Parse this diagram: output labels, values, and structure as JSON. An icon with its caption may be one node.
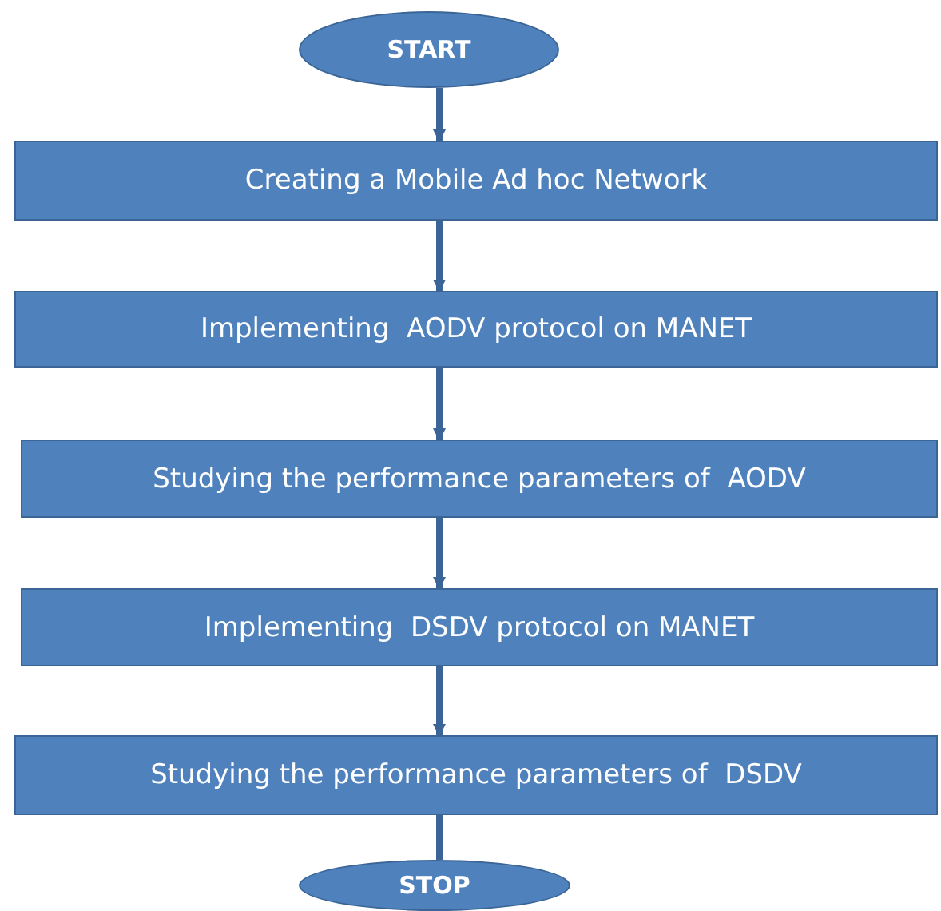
{
  "diagram": {
    "nodes": [
      {
        "text": [
          "START"
        ]
      },
      {
        "text": [
          "Creating a Mobile Ad hoc Network"
        ]
      },
      {
        "text": [
          "Implementing  AODV protocol on MANET"
        ]
      },
      {
        "text": [
          "Studying the performance parameters of  AODV"
        ]
      },
      {
        "text": [
          "Implementing  DSDV protocol on MANET"
        ]
      },
      {
        "text": [
          "Studying the performance parameters of  DSDV"
        ]
      },
      {
        "text": [
          "STOP"
        ]
      }
    ],
    "edges": [
      {
        "from": 0,
        "to": 1,
        "arrow": "to"
      },
      {
        "from": 1,
        "to": 2,
        "arrow": "to"
      },
      {
        "from": 2,
        "to": 3,
        "arrow": "to"
      },
      {
        "from": 3,
        "to": 4,
        "arrow": "to"
      },
      {
        "from": 4,
        "to": 5,
        "arrow": "to"
      },
      {
        "from": 5,
        "to": 6,
        "arrow": "none"
      }
    ]
  }
}
